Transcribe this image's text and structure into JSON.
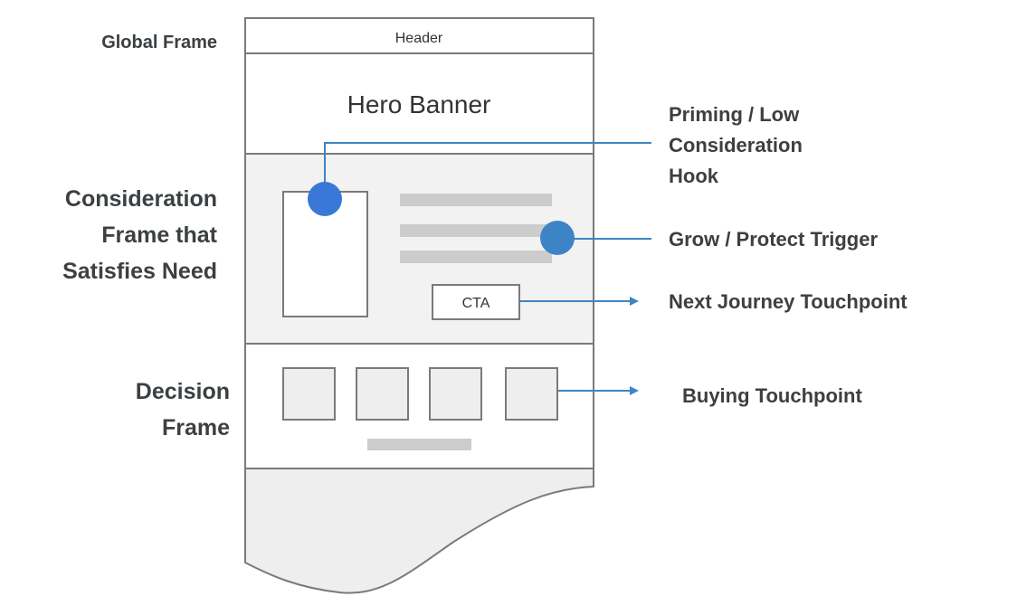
{
  "diagram": {
    "type": "annotated-wireframe",
    "colors": {
      "frame_stroke": "#7a7a7a",
      "frame_fill_white": "#ffffff",
      "frame_fill_gray": "#f2f2f2",
      "placeholder_bar": "#cccccc",
      "tile_fill": "#eeeeee",
      "connector": "#3d84c6",
      "marker_primary": "#3a78d8",
      "marker_secondary": "#3d84c6",
      "label_text": "#3c4043"
    },
    "left_labels": {
      "global_frame": [
        "Global Frame"
      ],
      "consideration_frame": [
        "Consideration",
        "Frame that",
        "Satisfies Need"
      ],
      "decision_frame": [
        "Decision",
        "Frame"
      ]
    },
    "wireframe": {
      "header": "Header",
      "hero_banner": "Hero Banner",
      "cta": "CTA",
      "product_tile_count": 4,
      "text_placeholder_count": 3
    },
    "callouts": {
      "priming_hook": [
        "Priming / Low",
        "Consideration",
        "Hook"
      ],
      "grow_protect": [
        "Grow / Protect Trigger"
      ],
      "next_journey": [
        "Next Journey Touchpoint"
      ],
      "buying": [
        "Buying Touchpoint"
      ]
    }
  }
}
